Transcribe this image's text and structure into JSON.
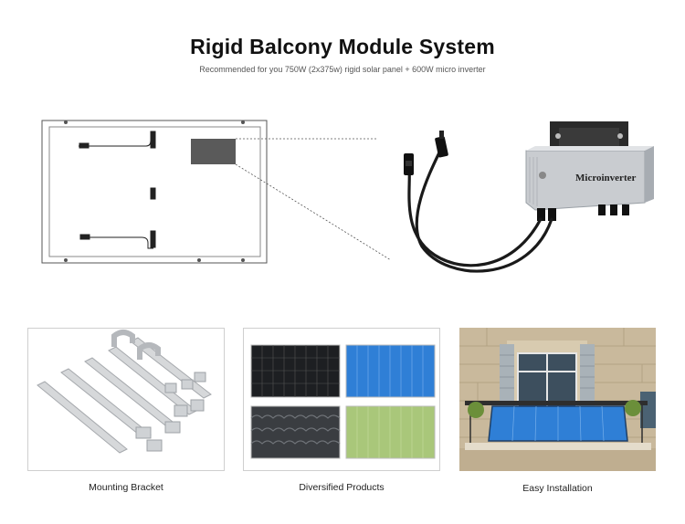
{
  "header": {
    "title": "Rigid Balcony Module System",
    "subtitle": "Recommended for you 750W (2x375w) rigid solar panel + 600W micro inverter"
  },
  "inverter": {
    "label": "Microinverter"
  },
  "cards": [
    {
      "caption": "Mounting Bracket"
    },
    {
      "caption": "Diversified Products"
    },
    {
      "caption": "Easy Installation"
    }
  ],
  "colors": {
    "panel_blue": "#2f7fd6",
    "panel_green": "#a9c77a",
    "panel_black": "#1d1f22",
    "inverter_silver": "#c9ccd0"
  }
}
